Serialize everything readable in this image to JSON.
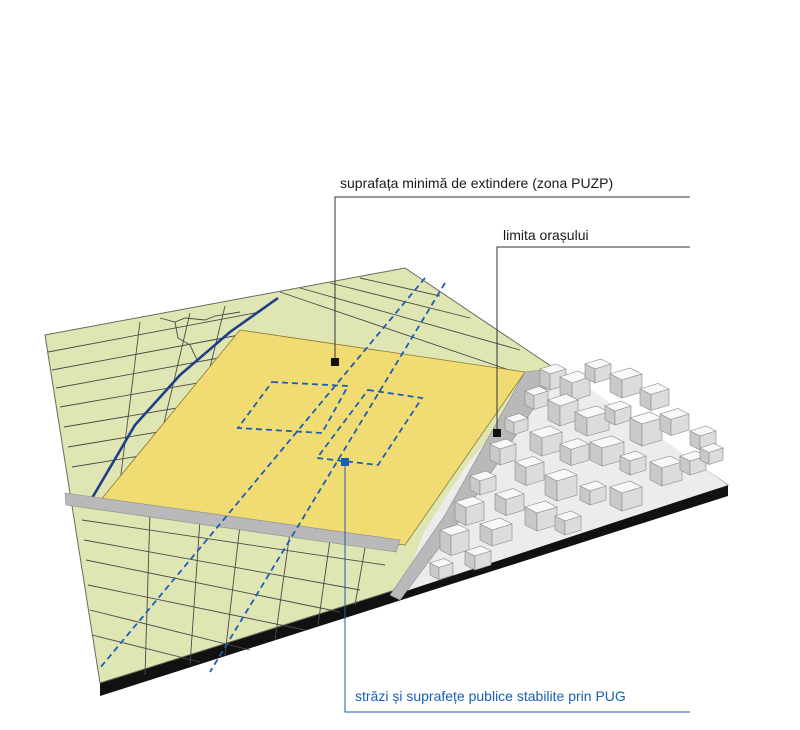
{
  "labels": {
    "puzp": "suprafața minimă de extindere (zona PUZP)",
    "limita": "limita orașului",
    "strazi": "străzi și suprafețe publice stabilite prin PUG"
  },
  "colors": {
    "agricultural_land": "#dfe6b4",
    "extension_zone": "#f1dc74",
    "urban_area": "#ececec",
    "city_limit_line": "#1f3e8a",
    "pug_streets": "#1a5fb4",
    "leader_line": "#333333",
    "slab_edge": "#111111"
  }
}
